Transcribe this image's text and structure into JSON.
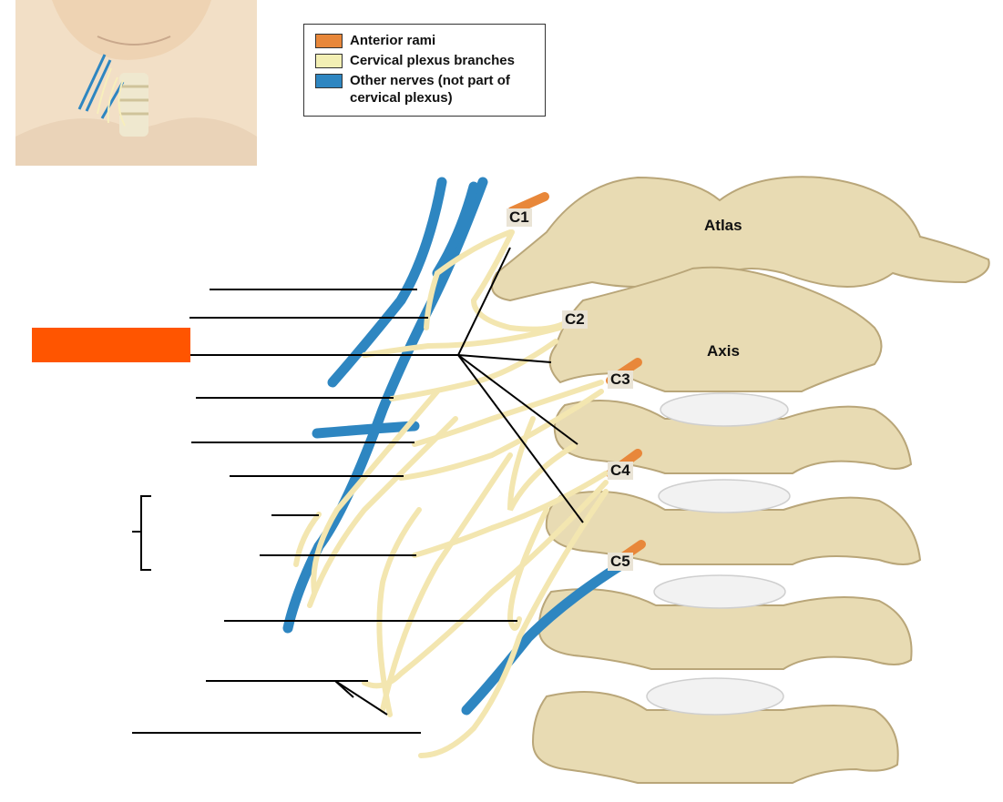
{
  "legend": {
    "items": [
      {
        "label": "Anterior rami",
        "color": "#e8873a"
      },
      {
        "label": "Cervical plexus branches",
        "color": "#f3efb4"
      },
      {
        "label": "Other nerves (not part of cervical plexus)",
        "color": "#2e86c1"
      }
    ]
  },
  "vertebrae": {
    "atlas": "Atlas",
    "axis": "Axis",
    "levels": [
      "C1",
      "C2",
      "C3",
      "C4",
      "C5"
    ]
  },
  "colors": {
    "bone": "#e8dbb3",
    "bone_shadow": "#c9b88a",
    "disc": "#f2f2f2",
    "nerve_yellow": "#f3e6b0",
    "nerve_blue": "#2e86c1",
    "anterior_rami": "#e8873a",
    "redaction": "#ff5500",
    "skin": "#f0dcc0"
  }
}
